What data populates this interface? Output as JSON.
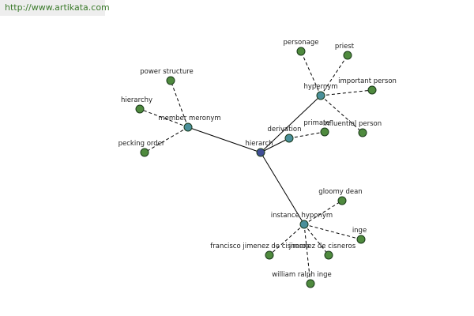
{
  "header": {
    "source_url": "http://www.artikata.com"
  },
  "colors": {
    "center_node": "#404e96",
    "relation_node": "#4a8f9a",
    "leaf_node": "#4f8a3e"
  },
  "graph": {
    "center": {
      "id": "hierarch",
      "label": "hierarch"
    },
    "relations": [
      {
        "id": "member_meronym",
        "label": "member meronym",
        "terms": [
          "power structure",
          "hierarchy",
          "pecking order"
        ]
      },
      {
        "id": "hypernym",
        "label": "hypernym",
        "terms": [
          "personage",
          "priest",
          "important person",
          "influential person"
        ]
      },
      {
        "id": "derivation",
        "label": "derivation",
        "terms": [
          "primate"
        ]
      },
      {
        "id": "instance_hyponym",
        "label": "instance hyponym",
        "terms": [
          "gloomy dean",
          "inge",
          "francisco jimenez de cisneros",
          "jimenez de cisneros",
          "william ralph inge"
        ]
      }
    ]
  }
}
